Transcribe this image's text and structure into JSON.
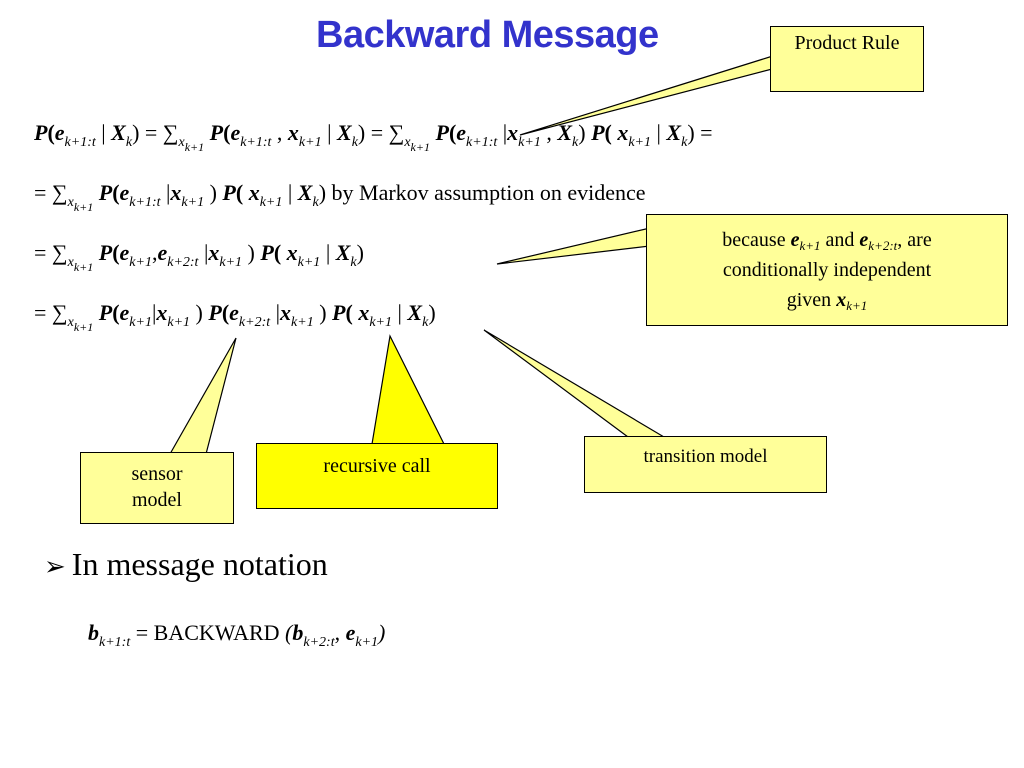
{
  "title": "Backward Message",
  "callouts": {
    "product_rule": "Product Rule",
    "markov": [
      "because",
      "and",
      ", are",
      "conditionally independent",
      "given"
    ],
    "sensor": "sensor model",
    "recursive": "recursive call",
    "transition": "transition model"
  },
  "lines": {
    "by_markov": "by Markov assumption on evidence"
  },
  "bullet": {
    "text": "In message notation"
  },
  "message": {
    "fn": "BACKWARD"
  },
  "colors": {
    "title": "#3333cc",
    "callout_fill": "#ffff99",
    "recursive_fill": "#ffff00"
  }
}
